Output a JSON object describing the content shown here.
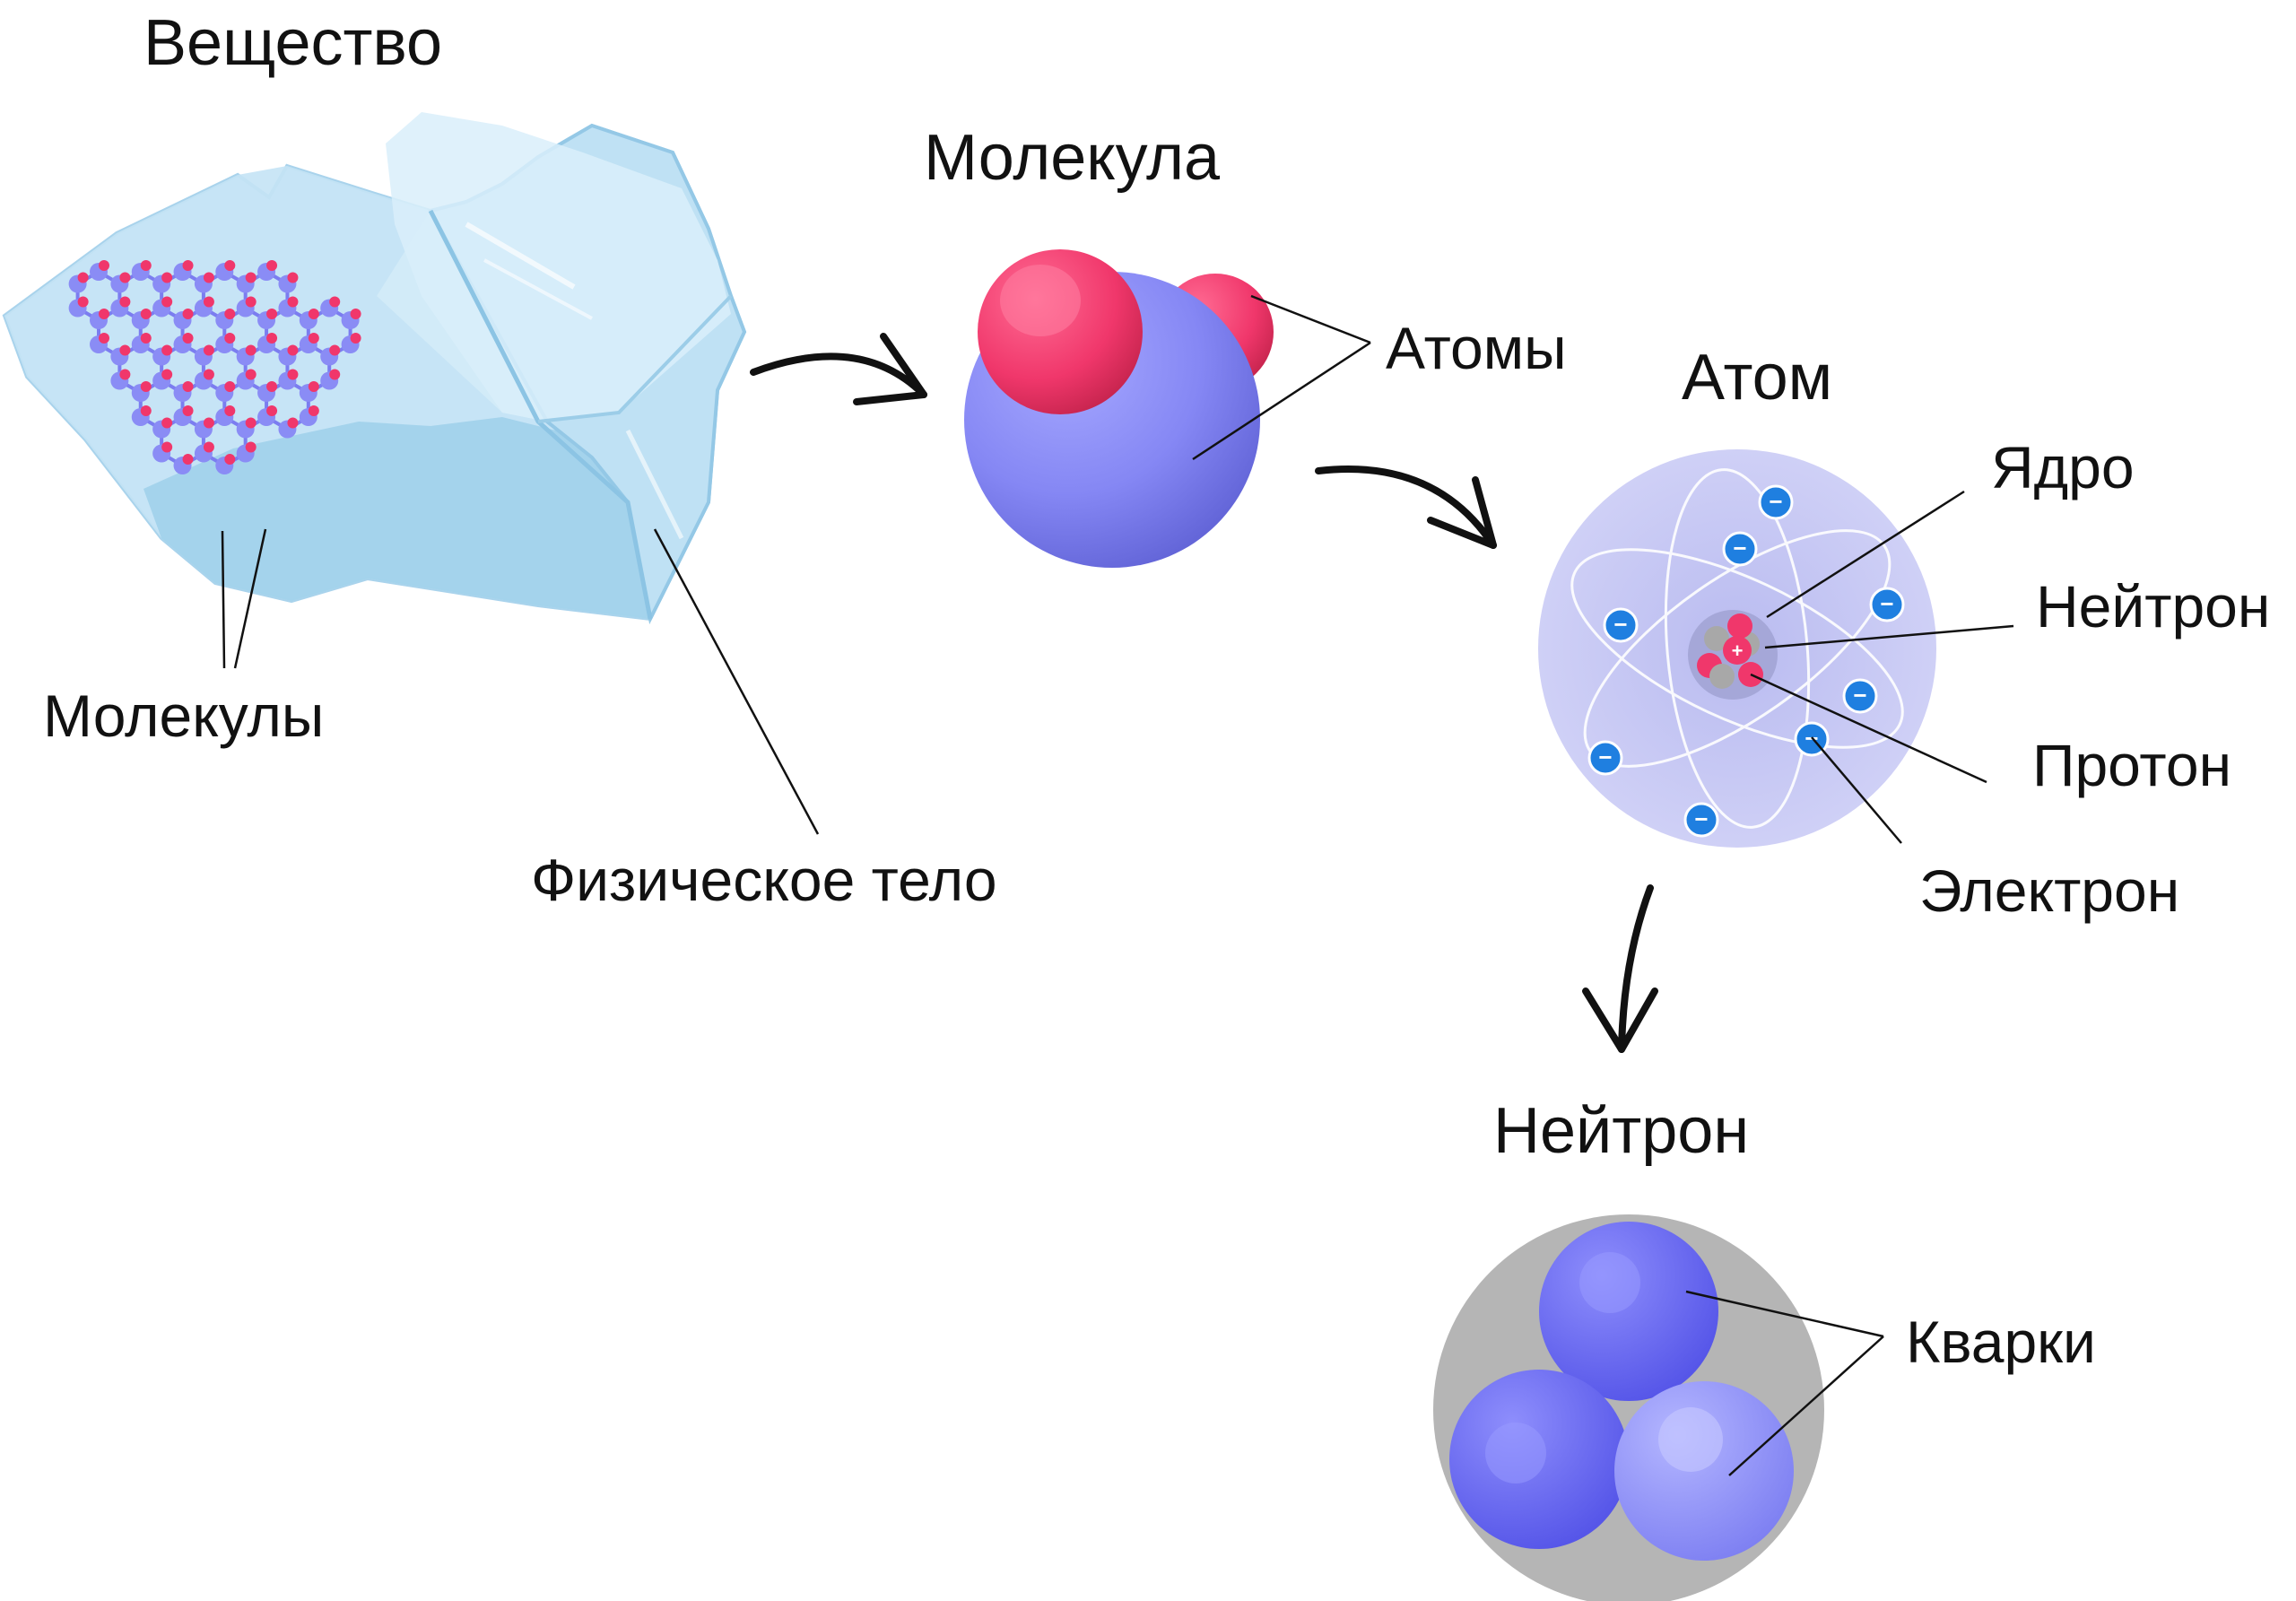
{
  "labels": {
    "substance": "Вещество",
    "molecules": "Молекулы",
    "physical_body": "Физическое тело",
    "molecule": "Молекула",
    "atoms": "Атомы",
    "atom": "Атом",
    "nucleus": "Ядро",
    "neutron_part": "Нейтрон",
    "proton": "Протон",
    "electron": "Электрон",
    "neutron_title": "Нейтрон",
    "quarks": "Кварки"
  },
  "symbols": {
    "electron": "−",
    "proton": "+"
  },
  "colors": {
    "ice_light": "#cfe9f7",
    "ice_mid": "#a9d6ef",
    "ice_edge": "#8cc4e4",
    "molecule_blue": "#8a8cf5",
    "molecule_blue_dark": "#6a6ce0",
    "atom_red": "#f0376b",
    "atom_red_dark": "#c8254f",
    "atom_cloud": "#c9cbf4",
    "electron_blue": "#1f7fe0",
    "neutron_gray": "#a8a8a8",
    "quark_blue": "#6c6cf5",
    "quark_light": "#9a9cf8",
    "line": "#111111"
  },
  "icons": [
    "ice-cube-icon",
    "arrow-curved-right-icon",
    "arrow-curved-down-icon"
  ]
}
